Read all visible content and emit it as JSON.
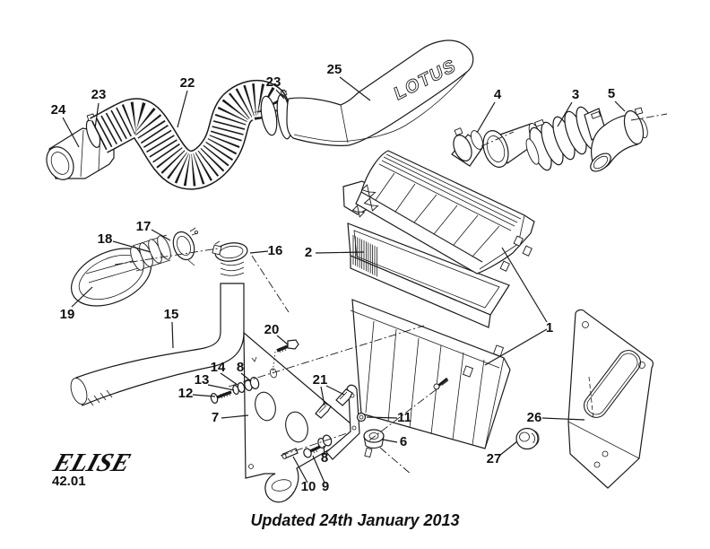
{
  "figure": {
    "caption": "Updated 24th January 2013",
    "model_logo": "ELISE",
    "section_code": "42.01",
    "duct_embossed_text": "LOTUS"
  },
  "callouts": [
    {
      "n": "24"
    },
    {
      "n": "23"
    },
    {
      "n": "22"
    },
    {
      "n": "23"
    },
    {
      "n": "25"
    },
    {
      "n": "4"
    },
    {
      "n": "3"
    },
    {
      "n": "5"
    },
    {
      "n": "2"
    },
    {
      "n": "1"
    },
    {
      "n": "17"
    },
    {
      "n": "18"
    },
    {
      "n": "16"
    },
    {
      "n": "19"
    },
    {
      "n": "15"
    },
    {
      "n": "20"
    },
    {
      "n": "14"
    },
    {
      "n": "8"
    },
    {
      "n": "13"
    },
    {
      "n": "12"
    },
    {
      "n": "7"
    },
    {
      "n": "21"
    },
    {
      "n": "11"
    },
    {
      "n": "6"
    },
    {
      "n": "8"
    },
    {
      "n": "10"
    },
    {
      "n": "9"
    },
    {
      "n": "26"
    },
    {
      "n": "27"
    }
  ],
  "colors": {
    "ink": "#1a1a1a",
    "paper": "#ffffff"
  }
}
